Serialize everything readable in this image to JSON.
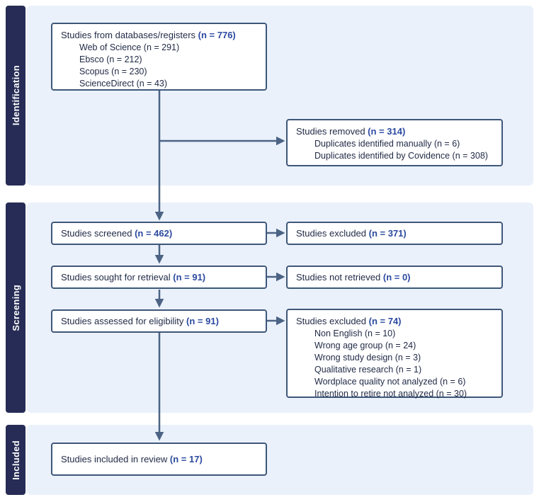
{
  "colors": {
    "sidebar-bg": "#262c55",
    "panel-bg": "#eaf1fb",
    "box-border": "#3e5779",
    "box-bg": "#ffffff",
    "text": "#1f2945",
    "count-blue": "#2b49a0",
    "arrow": "#4c6384",
    "sidebar-text": "#ffffff"
  },
  "sidebar": {
    "identification": "Identification",
    "screening": "Screening",
    "included": "Included"
  },
  "boxes": {
    "databases": {
      "title": "Studies from databases/registers ",
      "count": "(n = 776)",
      "items": [
        "Web of Science (n = 291)",
        "Ebsco (n = 212)",
        "Scopus (n = 230)",
        "ScienceDirect (n = 43)"
      ]
    },
    "removed": {
      "title": "Studies removed ",
      "count": "(n = 314)",
      "items": [
        "Duplicates identified manually (n = 6)",
        "Duplicates identified by Covidence (n = 308)"
      ]
    },
    "screened": {
      "title": "Studies screened ",
      "count": "(n = 462)"
    },
    "excluded_screening": {
      "title": "Studies excluded ",
      "count": "(n = 371)"
    },
    "sought": {
      "title": "Studies sought for retrieval ",
      "count": "(n = 91)"
    },
    "not_retrieved": {
      "title": "Studies not retrieved ",
      "count": "(n = 0)"
    },
    "assessed": {
      "title": "Studies assessed for eligibility ",
      "count": "(n = 91)"
    },
    "excluded_eligibility": {
      "title": "Studies excluded ",
      "count": "(n = 74)",
      "items": [
        "Non English (n = 10)",
        "Wrong age group (n = 24)",
        "Wrong study design (n = 3)",
        "Qualitative research (n = 1)",
        "Wordplace quality not analyzed (n = 6)",
        "Intention to retire not analyzed (n = 30)"
      ]
    },
    "included": {
      "title": "Studies included in review ",
      "count": "(n = 17)"
    }
  }
}
